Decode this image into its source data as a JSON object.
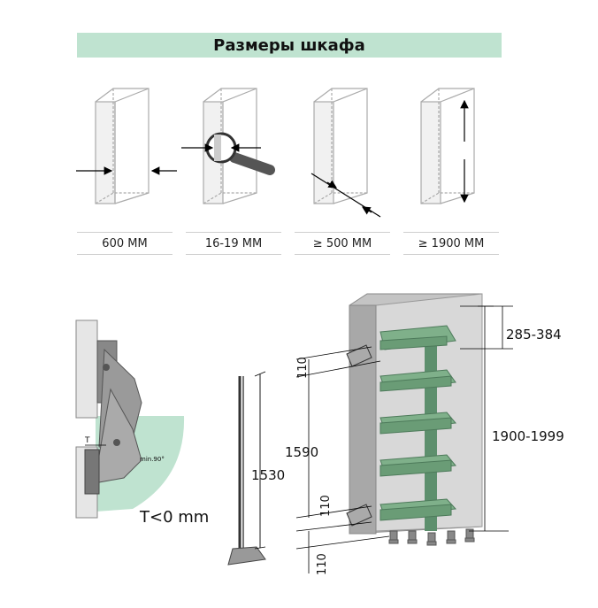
{
  "title": "Размеры шкафа",
  "requirements": [
    {
      "label": "600 MM",
      "icon": "width-icon"
    },
    {
      "label": "16-19 MM",
      "icon": "thickness-icon"
    },
    {
      "label": "≥ 500 MM",
      "icon": "depth-icon"
    },
    {
      "label": "≥ 1900 MM",
      "icon": "height-icon"
    }
  ],
  "hinge": {
    "t_label": "T",
    "angle_label": "min.90°",
    "condition": "T<0 mm"
  },
  "rail": {
    "length": "1530"
  },
  "unit": {
    "top_range": "285-384",
    "total_range": "1900-1999",
    "left_top": "110",
    "middle": "1590",
    "left_mid": "110",
    "left_bottom": "110"
  },
  "colors": {
    "accent": "#bfe3d0",
    "shelf": "#7fb08a",
    "cabinet": "#b8b8b8"
  }
}
